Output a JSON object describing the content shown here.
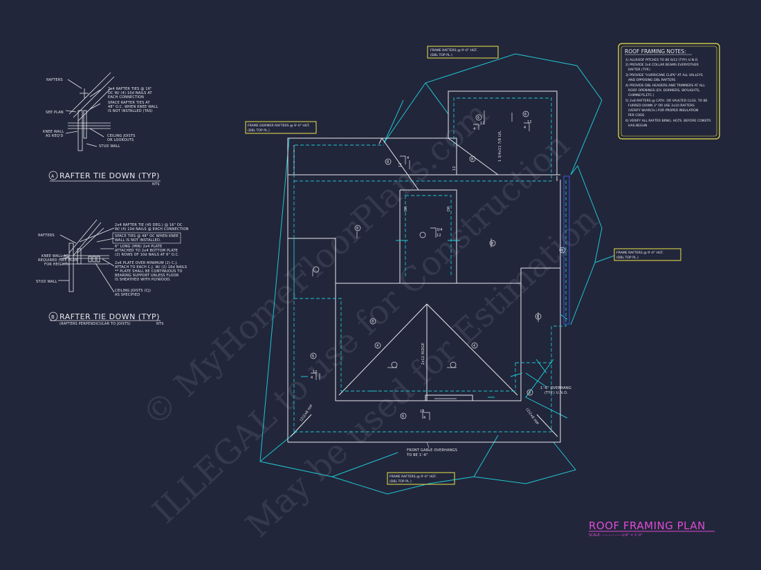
{
  "watermark": {
    "line1": "© MyHomeFloorPlans.com",
    "line2": "ILLEGAL to use for Construction",
    "line3": "May be used for Estimation"
  },
  "detail_a": {
    "marker": "A",
    "title": "RAFTER TIE DOWN (TYP)",
    "scale": "NTS",
    "labels": {
      "rafters": "RAFTERS",
      "see_plan": "SEE PLAN",
      "knee_wall_1": "KNEE WALL",
      "knee_wall_2": "AS REQ'D",
      "tie_1": "2x4 RAFTER TIES @ 16\"",
      "tie_2": "OC W/ (4) 10d NAILS AT",
      "tie_3": "EACH CONNECTION",
      "space_1": "SPACE RAFTER TIES AT",
      "space_2": "48\" O.C. WHEN KNEE WALL",
      "space_3": "IS NOT INSTALLED (TAS)",
      "ceiling_1": "CEILING JOISTS",
      "ceiling_2": "OR LOOKOUTS",
      "stud_wall": "STUD WALL"
    }
  },
  "detail_b": {
    "marker": "B",
    "title": "RAFTER TIE DOWN (TYP)",
    "subtitle": "(RAFTERS PERPENDICULAR TO JOISTS)",
    "scale": "NTS",
    "labels": {
      "rafters": "RAFTERS",
      "knee_1": "KNEE WALL AS",
      "knee_2": "REQUIRED (SEE PLAN",
      "knee_3": "FOR HEIGHT)",
      "stud_wall": "STUD WALL",
      "tie_1": "2x4 RAFTER TIE (45 DEG.) @ 16\" OC",
      "tie_2": "W/ (4) 10d NAILS @ EACH CONNECTION",
      "space_1": "SPACE TIES @ 48\" OC WHEN KNEE",
      "space_2": "WALL IS NOT INSTALLED.",
      "plate_1": "6\" LONG (MIN) 2x4 PLATE",
      "plate_2": "ATTACHED TO 2x4 BOTTOM PLATE",
      "plate_3": "(2) ROWS OF 10d NAILS AT 6\" O.C.",
      "over_1": "2x6 PLATE OVER MINIMUM (2) C.J.",
      "over_2": "ATTACH TO EACH C.J. W/ (2) 16d NAILS",
      "over_3": "** PLATE SHALL BE CONTINUOUS TO",
      "over_4": "BEARING SUPPORT UNLESS FLOOR",
      "over_5": "IS SHEATHED WITH PLYWOOD.",
      "cj_1": "CEILING JOISTS (CJ)",
      "cj_2": "AS SPECIFIED"
    }
  },
  "notes": {
    "title": "ROOF FRAMING NOTES:",
    "lines": [
      "1) ALLROOF PITCHES TO BE 6/12 (TYP.) U.N.O.",
      "2) PROVIDE 2x4 COLLAR BEAMS EVERYOTHER",
      "RAFTER (TYP.)",
      "3) PROVIDE \"HURRICANE CLIPS\" AT ALL VALLEYS",
      "AND OPPOSING DBL RAFTERS",
      "4) PROVIDE DBL HEADERS AND TRIMMERS AT ALL",
      "ROOF OPENINGS (EX: DORMERS, SKYLIGHTS,",
      "CHIMNEYS,ETC.)",
      "5) 2x8 RAFTERS @ CATH. OR VAULTED CLGS. TO BE",
      "FURRED DOWN 3\" OR USE 2x10 RAFTERS",
      "(VERIFY W/ARCH.) FOR PROPER INSULATION",
      "PER CODE",
      "6) VERIFY ALL RAFTER BRNG. HGTS. BEFORE CONSTR.",
      "HAS BEGUN"
    ]
  },
  "callouts": {
    "top": [
      "FRAME RAFTERS @ 9'-0\" HGT.",
      "(DBL TOP PL.)"
    ],
    "dormer": [
      "FRAME DORMER RAFTERS @ 9'-0\" HGT.",
      "(DBL TOP PL.)"
    ],
    "right": [
      "FRAME RAFTERS @ 9'-0\" HGT.",
      "(DBL TOP PL.)"
    ],
    "bottom": [
      "FRAME RAFTERS @ 9'-0\" HGT.",
      "(DBL TOP PL.)"
    ]
  },
  "plan": {
    "lvl": "1 3/4x11 7/8 LVL",
    "ridge": "2x12 RIDGE",
    "hip_left": "(2)2x8 HIP",
    "hip_right": "(2)2x8 HIP",
    "dr1": "DR",
    "dr2": "DR",
    "overhang_1": "1'-6\" OVERHANG",
    "overhang_2": "(TYP.) U.N.O.",
    "gable_1": "FRONT GABLE OVERHANGS",
    "gable_2": "TO BE 1'-6\"",
    "pitch_12": "12",
    "pitch_10": "10",
    "pitch_8": "8",
    "pitch_6": "6",
    "pitch_4": "4",
    "pitch_34": "3/4"
  },
  "title_block": {
    "title": "ROOF FRAMING PLAN",
    "scale_label": "SCALE: ----------------1/4\" = 1'-0\""
  },
  "colors": {
    "background": "#22263a",
    "line": "#e9e9ee",
    "cyan": "#1fc7d4",
    "yellow": "#ece54a",
    "magenta": "#e04bd6"
  }
}
